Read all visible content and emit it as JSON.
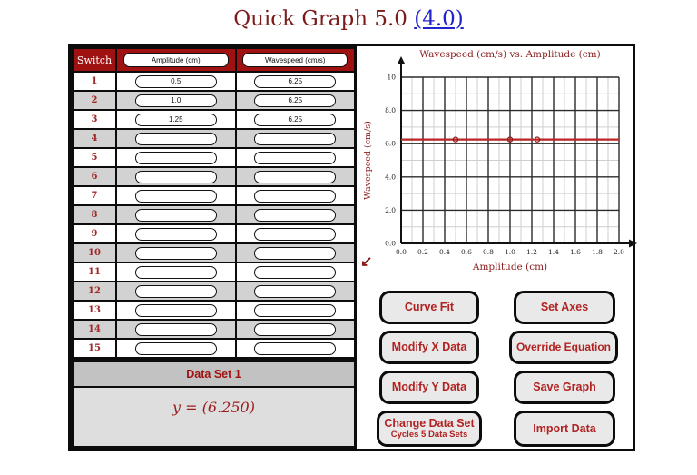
{
  "page": {
    "title": "Quick Graph 5.0",
    "version_link": "(4.0)"
  },
  "colors": {
    "accent_red": "#a01212",
    "title_maroon": "#7b1b1b",
    "link_blue": "#2323cc",
    "button_text_red": "#b22222",
    "graph_label_red": "#8b1a1a",
    "fit_line_red": "#bb2525"
  },
  "table": {
    "switch_label": "Switch",
    "x_header": "Amplitude (cm)",
    "y_header": "Wavespeed (cm/s)",
    "rows": [
      {
        "n": "1",
        "x": "0.5",
        "y": "6.25"
      },
      {
        "n": "2",
        "x": "1.0",
        "y": "6.25"
      },
      {
        "n": "3",
        "x": "1.25",
        "y": "6.25"
      },
      {
        "n": "4",
        "x": "",
        "y": ""
      },
      {
        "n": "5",
        "x": "",
        "y": ""
      },
      {
        "n": "6",
        "x": "",
        "y": ""
      },
      {
        "n": "7",
        "x": "",
        "y": ""
      },
      {
        "n": "8",
        "x": "",
        "y": ""
      },
      {
        "n": "9",
        "x": "",
        "y": ""
      },
      {
        "n": "10",
        "x": "",
        "y": ""
      },
      {
        "n": "11",
        "x": "",
        "y": ""
      },
      {
        "n": "12",
        "x": "",
        "y": ""
      },
      {
        "n": "13",
        "x": "",
        "y": ""
      },
      {
        "n": "14",
        "x": "",
        "y": ""
      },
      {
        "n": "15",
        "x": "",
        "y": ""
      }
    ],
    "footer": {
      "dataset_label": "Data Set 1",
      "equation": "y = (6.250)"
    }
  },
  "chart_data": {
    "type": "scatter",
    "title": "Wavespeed (cm/s) vs. Amplitude (cm)",
    "xlabel": "Amplitude (cm)",
    "ylabel": "Wavespeed (cm/s)",
    "xlim": [
      0,
      2.0
    ],
    "ylim": [
      0,
      10
    ],
    "x_ticks": [
      "0.0",
      "0.2",
      "0.4",
      "0.6",
      "0.8",
      "1.0",
      "1.2",
      "1.4",
      "1.6",
      "1.8",
      "2.0"
    ],
    "y_ticks": [
      "0.0",
      "2.0",
      "4.0",
      "6.0",
      "8.0",
      "10"
    ],
    "grid": "major with one minor line per interval",
    "legend": "none",
    "points": [
      {
        "x": 0.5,
        "y": 6.25
      },
      {
        "x": 1.0,
        "y": 6.25
      },
      {
        "x": 1.25,
        "y": 6.25
      }
    ],
    "fit_line": {
      "y": 6.25,
      "x_start": 0,
      "x_end": 2.0
    },
    "line_color": "#bb2525",
    "marker_color": "#8b1a1a"
  },
  "cursor_glyph": "↙",
  "buttons": {
    "curve_fit": {
      "label": "Curve Fit"
    },
    "set_axes": {
      "label": "Set Axes"
    },
    "modify_x": {
      "label": "Modify X Data"
    },
    "override_equation": {
      "label": "Override Equation"
    },
    "modify_y": {
      "label": "Modify Y Data"
    },
    "save_graph": {
      "label": "Save Graph"
    },
    "change_data_set": {
      "label": "Change Data Set",
      "sublabel": "Cycles 5 Data Sets"
    },
    "import_data": {
      "label": "Import Data"
    }
  }
}
